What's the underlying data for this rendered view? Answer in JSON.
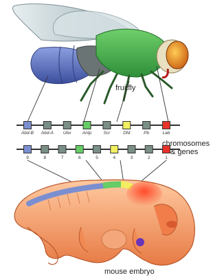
{
  "labels": {
    "fruitfly": "fruitfly",
    "chromosomes": "chromosomes",
    "genes": "& genes",
    "mouse_embryo": "mouse embryo"
  },
  "fly_genes": [
    {
      "name": "Abd-B",
      "color": "#7b8fd0"
    },
    {
      "name": "Abd-A",
      "color": "#7a8f86"
    },
    {
      "name": "Ubx",
      "color": "#7a8f86"
    },
    {
      "name": "Antp",
      "color": "#66cc66"
    },
    {
      "name": "Scr",
      "color": "#7a8f86"
    },
    {
      "name": "Dfd",
      "color": "#f2ef60"
    },
    {
      "name": "Pb",
      "color": "#7a8f86"
    },
    {
      "name": "Lab",
      "color": "#e8332b"
    }
  ],
  "mouse_genes": [
    {
      "number": "9",
      "color": "#7b8fd0"
    },
    {
      "number": "8",
      "color": "#7a8f86"
    },
    {
      "number": "7",
      "color": "#7a8f86"
    },
    {
      "number": "6",
      "color": "#66cc66"
    },
    {
      "number": "5",
      "color": "#7a8f86"
    },
    {
      "number": "4",
      "color": "#f2ef60"
    },
    {
      "number": "3",
      "color": "#7a8f86"
    },
    {
      "number": "2",
      "color": "#7a8f86"
    },
    {
      "number": "1",
      "color": "#e8332b"
    }
  ],
  "colors": {
    "fly_body": "#3fae4a",
    "fly_abdomen": "#5a6fc4",
    "fly_wing": "#b9c9cf",
    "fly_eye": "#e07a1a",
    "embryo": "#f2a16c",
    "line": "#333333"
  }
}
